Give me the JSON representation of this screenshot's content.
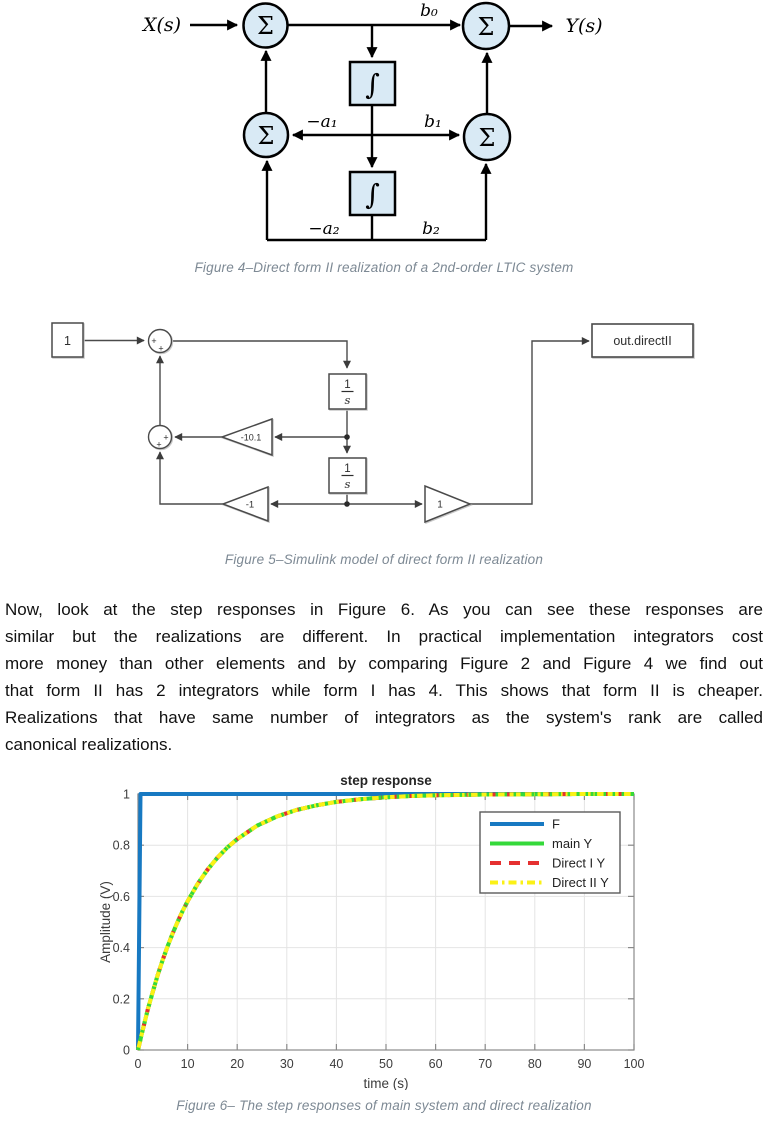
{
  "figure4": {
    "caption": "Figure 4–Direct form II realization of a 2nd-order LTIC system",
    "labels": {
      "input": "X(s)",
      "output": "Y(s)",
      "sum": "Σ",
      "integrator": "∫",
      "b0": "b₀",
      "b1": "b₁",
      "b2": "b₂",
      "a1": "−a₁",
      "a2": "−a₂"
    },
    "colors": {
      "block_fill": "#d9eaf5",
      "stroke": "#000000"
    }
  },
  "figure5": {
    "caption": "Figure 5–Simulink model of direct form II realization",
    "labels": {
      "constant": "1",
      "sum_sign": "+",
      "integrator_num": "1",
      "integrator_den": "s",
      "gain_feedback1": "-10.1",
      "gain_feedback2": "-1",
      "gain_output": "1",
      "outport": "out.directII"
    }
  },
  "paragraph": {
    "lines": [
      "Now, look at the step responses in Figure 6. As you can see these responses are",
      "similar but the realizations are different. In practical implementation integrators cost",
      "more money than other elements and by comparing Figure 2 and Figure 4 we find out",
      "that form II has 2 integrators while form I has 4. This shows that form II is cheaper.",
      "Realizations that have same number of integrators as the system's rank are called",
      "canonical realizations."
    ]
  },
  "figure6": {
    "caption": "Figure 6– The step responses of main system and direct realization"
  },
  "chart_data": {
    "type": "line",
    "title": "step response",
    "xlabel": "time (s)",
    "ylabel": "Amplitude (V)",
    "xlim": [
      0,
      100
    ],
    "ylim": [
      0,
      1
    ],
    "x_ticks": [
      0,
      10,
      20,
      30,
      40,
      50,
      60,
      70,
      80,
      90,
      100
    ],
    "y_ticks": [
      0,
      0.2,
      0.4,
      0.6,
      0.8,
      1
    ],
    "grid": true,
    "legend_position": "upper right",
    "axis_color": "#8a8a8a",
    "grid_color": "#e4e4e4",
    "tick_label_color": "#3c3c3c",
    "step": {
      "t": [
        0,
        0.5,
        100
      ],
      "y": [
        0,
        1,
        1
      ]
    },
    "response": {
      "t": [
        0,
        1,
        2,
        3,
        4,
        5,
        6,
        7,
        8,
        9,
        10,
        12,
        14,
        16,
        18,
        20,
        24,
        28,
        32,
        36,
        40,
        45,
        50,
        55,
        60,
        70,
        80,
        90,
        100
      ],
      "y": [
        0,
        0.083,
        0.16,
        0.229,
        0.294,
        0.353,
        0.407,
        0.456,
        0.501,
        0.543,
        0.581,
        0.648,
        0.704,
        0.751,
        0.791,
        0.824,
        0.876,
        0.912,
        0.938,
        0.956,
        0.969,
        0.98,
        0.987,
        0.992,
        0.995,
        0.998,
        0.999,
        1.0,
        1.0
      ]
    },
    "series": [
      {
        "name": "F",
        "color": "#1779c2",
        "style": "solid",
        "data": "step"
      },
      {
        "name": "main Y",
        "color": "#35d93a",
        "style": "solid",
        "data": "response"
      },
      {
        "name": "Direct I Y",
        "color": "#e53030",
        "style": "dashed",
        "data": "response"
      },
      {
        "name": "Direct II Y",
        "color": "#fbf116",
        "style": "dashdot",
        "data": "response"
      }
    ]
  }
}
